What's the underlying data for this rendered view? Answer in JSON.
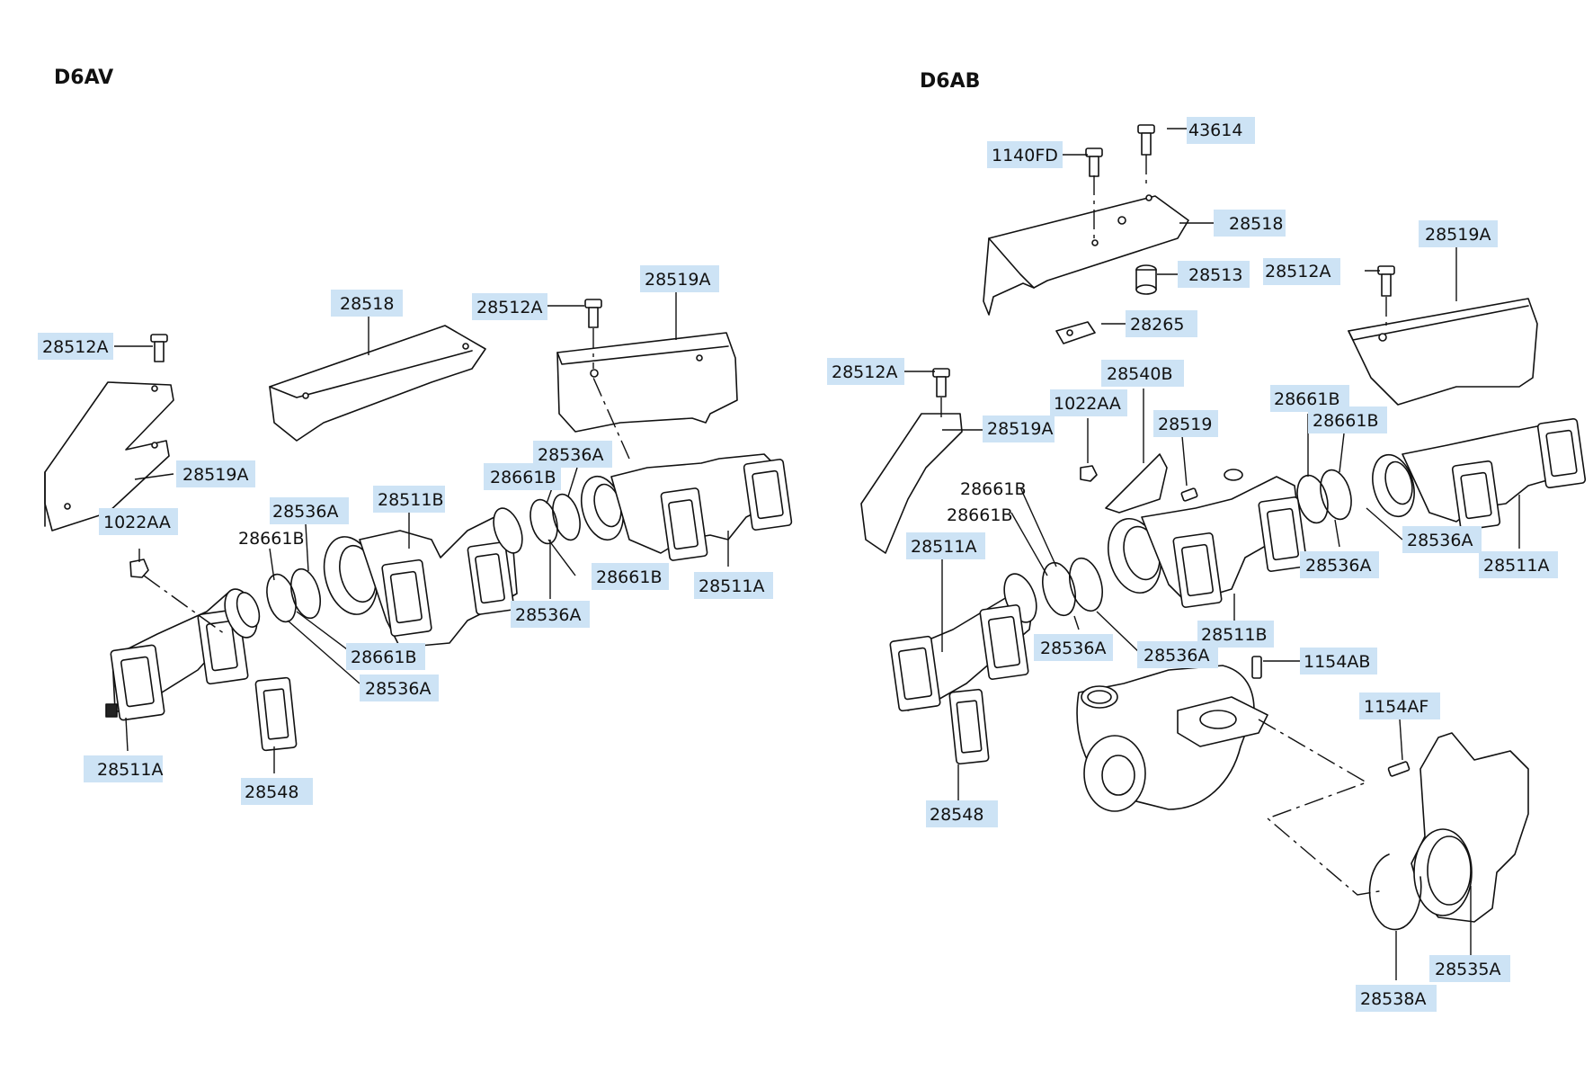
{
  "sections": [
    {
      "key": "left",
      "title": "D6AV"
    },
    {
      "key": "right",
      "title": "D6AB"
    }
  ],
  "callouts": {
    "l_28512A_a": "28512A",
    "l_28518": "28518",
    "l_28512A_b": "28512A",
    "l_28519A_top": "28519A",
    "l_28519A_left": "28519A",
    "l_1022AA": "1022AA",
    "l_28536A_top": "28536A",
    "l_28511B": "28511B",
    "l_28661B_a": "28661B",
    "l_28536A_b": "28536A",
    "l_28661B_c": "28661B",
    "l_28661B_d": "28661B",
    "l_28536A_c": "28536A",
    "l_28511A_right": "28511A",
    "l_28661B_e": "28661B",
    "l_28536A_e": "28536A",
    "l_28511A_bot": "28511A",
    "l_28548": "28548",
    "r_43614": "43614",
    "r_1140FD": "1140FD",
    "r_28518": "28518",
    "r_28513": "28513",
    "r_28512A_top": "28512A",
    "r_28519A_top": "28519A",
    "r_28265": "28265",
    "r_28512A_left": "28512A",
    "r_28540B": "28540B",
    "r_1022AA": "1022AA",
    "r_28519": "28519",
    "r_28661B_a": "28661B",
    "r_28661B_b": "28661B",
    "r_28519A_mid": "28519A",
    "r_28661B_c": "28661B",
    "r_28661B_d": "28661B",
    "r_28536A_a": "28536A",
    "r_28536A_b": "28536A",
    "r_28511A_right": "28511A",
    "r_28511A_left": "28511A",
    "r_28536A_c": "28536A",
    "r_28536A_d": "28536A",
    "r_28511B": "28511B",
    "r_1154AB": "1154AB",
    "r_1154AF": "1154AF",
    "r_28548": "28548",
    "r_28535A": "28535A",
    "r_28538A": "28538A"
  }
}
